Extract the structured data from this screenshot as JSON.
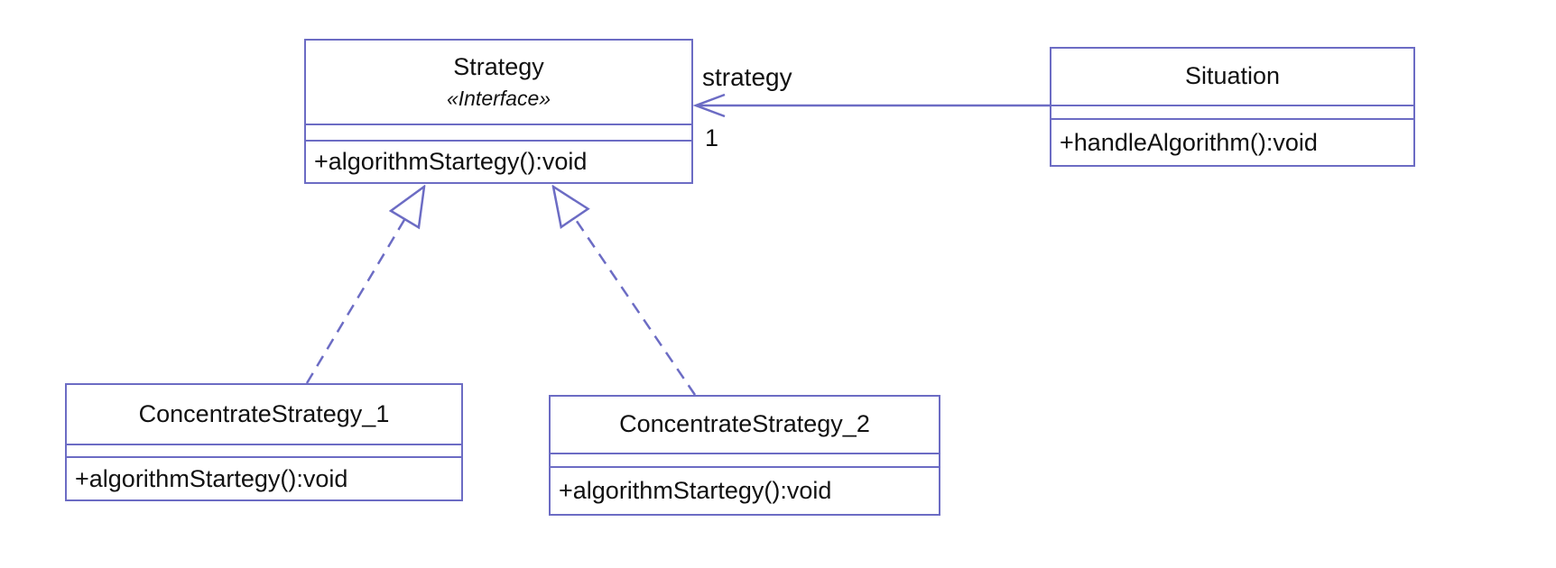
{
  "colors": {
    "line": "#6c6cc4",
    "text": "#111111",
    "background": "#ffffff"
  },
  "classes": [
    {
      "name": "Strategy",
      "stereotype": "«Interface»",
      "methods": [
        "+algorithmStartegy():void"
      ]
    },
    {
      "name": "Situation",
      "methods": [
        "+handleAlgorithm():void"
      ]
    },
    {
      "name": "ConcentrateStrategy_1",
      "methods": [
        "+algorithmStartegy():void"
      ]
    },
    {
      "name": "ConcentrateStrategy_2",
      "methods": [
        "+algorithmStartegy():void"
      ]
    }
  ],
  "relationships": [
    {
      "type": "association",
      "from": "Situation",
      "to": "Strategy",
      "label": "strategy",
      "multiplicity": "1"
    },
    {
      "type": "realization",
      "from": "ConcentrateStrategy_1",
      "to": "Strategy"
    },
    {
      "type": "realization",
      "from": "ConcentrateStrategy_2",
      "to": "Strategy"
    }
  ]
}
